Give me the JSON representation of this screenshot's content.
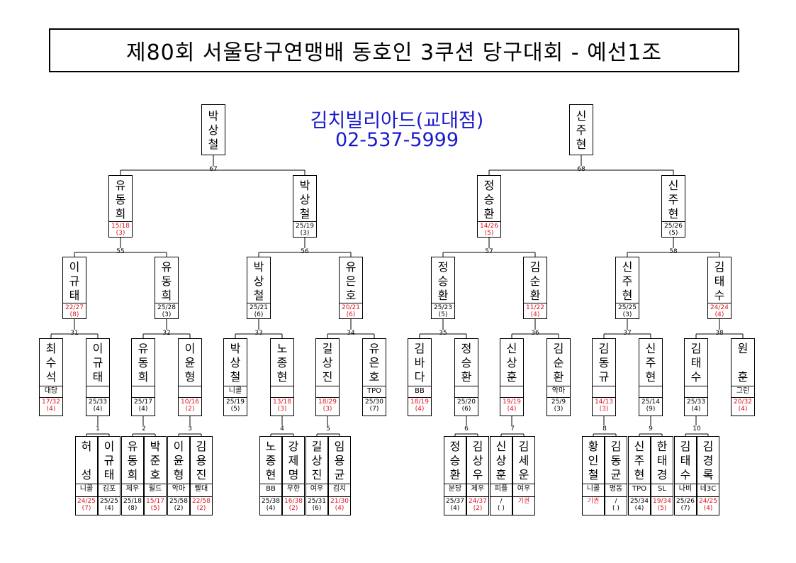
{
  "title": "제80회 서울당구연맹배 동호인 3쿠션 당구대회 - 예선1조",
  "sponsor": {
    "name": "김치빌리아드(교대점)",
    "phone": "02-537-5999"
  },
  "colors": {
    "sponsor": "#1a1acc",
    "winner_score": "#e0141e",
    "line": "#000000"
  },
  "finalists": [
    {
      "name": "박상철",
      "match": "67"
    },
    {
      "name": "신주현",
      "match": "68"
    }
  ],
  "round3": [
    {
      "name": "유동희",
      "score": "15/18",
      "sub": "(3)",
      "red": true,
      "match": "55"
    },
    {
      "name": "박상철",
      "score": "25/19",
      "sub": "(3)",
      "red": false,
      "match": "56"
    },
    {
      "name": "정승환",
      "score": "14/26",
      "sub": "(5)",
      "red": true,
      "match": "57"
    },
    {
      "name": "신주현",
      "score": "25/26",
      "sub": "(5)",
      "red": false,
      "match": "58"
    }
  ],
  "round2": [
    {
      "name": "이규태",
      "score": "22/27",
      "sub": "(8)",
      "red": true
    },
    {
      "name": "유동희",
      "score": "25/28",
      "sub": "(3)",
      "red": false
    },
    {
      "name": "박상철",
      "score": "25/21",
      "sub": "(6)",
      "red": false
    },
    {
      "name": "유은호",
      "score": "20/21",
      "sub": "(6)",
      "red": true
    },
    {
      "name": "정승환",
      "score": "25/23",
      "sub": "(5)",
      "red": false
    },
    {
      "name": "김순환",
      "score": "11/22",
      "sub": "(4)",
      "red": true
    },
    {
      "name": "신주현",
      "score": "25/25",
      "sub": "(3)",
      "red": false
    },
    {
      "name": "김태수",
      "score": "24/24",
      "sub": "(4)",
      "red": true
    }
  ],
  "round2_matches": [
    "31",
    "32",
    "33",
    "34",
    "35",
    "36",
    "37",
    "38"
  ],
  "round1": [
    {
      "name": "최수석",
      "club": "대당",
      "score": "17/32",
      "sub": "(4)",
      "red": true
    },
    {
      "name": "이규태",
      "club": "",
      "score": "25/33",
      "sub": "(4)",
      "red": false
    },
    {
      "name": "유동희",
      "club": "",
      "score": "25/17",
      "sub": "(4)",
      "red": false
    },
    {
      "name": "이윤형",
      "club": "",
      "score": "10/16",
      "sub": "(2)",
      "red": true
    },
    {
      "name": "박상철",
      "club": "니콜",
      "score": "25/19",
      "sub": "(5)",
      "red": false
    },
    {
      "name": "노종현",
      "club": "",
      "score": "13/18",
      "sub": "(3)",
      "red": true
    },
    {
      "name": "길상진",
      "club": "",
      "score": "18/29",
      "sub": "(3)",
      "red": true
    },
    {
      "name": "유은호",
      "club": "TPO",
      "score": "25/30",
      "sub": "(7)",
      "red": false
    },
    {
      "name": "김바다",
      "club": "BB",
      "score": "18/19",
      "sub": "(4)",
      "red": true
    },
    {
      "name": "정승환",
      "club": "",
      "score": "25/20",
      "sub": "(6)",
      "red": false
    },
    {
      "name": "신상훈",
      "club": "",
      "score": "19/19",
      "sub": "(4)",
      "red": true
    },
    {
      "name": "김순환",
      "club": "악마",
      "score": "25/9",
      "sub": "(3)",
      "red": false
    },
    {
      "name": "김동규",
      "club": "",
      "score": "14/13",
      "sub": "(3)",
      "red": true
    },
    {
      "name": "신주현",
      "club": "",
      "score": "25/14",
      "sub": "(9)",
      "red": false
    },
    {
      "name": "김태수",
      "club": "",
      "score": "25/33",
      "sub": "(4)",
      "red": false
    },
    {
      "name": "원 훈",
      "club": "그린",
      "score": "20/32",
      "sub": "(4)",
      "red": true
    }
  ],
  "qual_groups": [
    {
      "match": "1",
      "players": [
        {
          "name": "허 성",
          "club": "니콜",
          "score": "24/25",
          "sub": "(7)",
          "red": true
        },
        {
          "name": "이규태",
          "club": "김포",
          "score": "25/25",
          "sub": "(4)",
          "red": false
        }
      ]
    },
    {
      "match": "2",
      "players": [
        {
          "name": "유동희",
          "club": "제우",
          "score": "25/18",
          "sub": "(8)",
          "red": false
        },
        {
          "name": "박준호",
          "club": "월드",
          "score": "15/17",
          "sub": "(5)",
          "red": true
        }
      ]
    },
    {
      "match": "3",
      "players": [
        {
          "name": "이윤형",
          "club": "악마",
          "score": "25/58",
          "sub": "(2)",
          "red": false
        },
        {
          "name": "김용진",
          "club": "빨대",
          "score": "22/58",
          "sub": "(2)",
          "red": true
        }
      ]
    },
    {
      "match": "4",
      "players": [
        {
          "name": "노종현",
          "club": "BB",
          "score": "25/38",
          "sub": "(4)",
          "red": false
        },
        {
          "name": "강제명",
          "club": "무한",
          "score": "16/38",
          "sub": "(2)",
          "red": true
        }
      ]
    },
    {
      "match": "5",
      "players": [
        {
          "name": "길상진",
          "club": "여우",
          "score": "25/31",
          "sub": "(6)",
          "red": false
        },
        {
          "name": "임용균",
          "club": "김치",
          "score": "21/30",
          "sub": "(4)",
          "red": true
        }
      ]
    },
    {
      "match": "6",
      "players": [
        {
          "name": "정승환",
          "club": "분당",
          "score": "25/37",
          "sub": "(4)",
          "red": false
        },
        {
          "name": "김상우",
          "club": "제우",
          "score": "24/37",
          "sub": "(2)",
          "red": true
        }
      ]
    },
    {
      "match": "7",
      "players": [
        {
          "name": "신상훈",
          "club": "피플",
          "score": "/",
          "sub": "( )",
          "red": false
        },
        {
          "name": "김세운",
          "club": "여우",
          "score": "기권",
          "sub": "",
          "red": true
        }
      ]
    },
    {
      "match": "8",
      "players": [
        {
          "name": "황인철",
          "club": "니콜",
          "score": "기권",
          "sub": "",
          "red": true
        },
        {
          "name": "김동균",
          "club": "명동",
          "score": "/",
          "sub": "( )",
          "red": false
        }
      ]
    },
    {
      "match": "9",
      "players": [
        {
          "name": "신주현",
          "club": "TPO",
          "score": "25/34",
          "sub": "(4)",
          "red": false
        },
        {
          "name": "한태경",
          "club": "SL",
          "score": "19/34",
          "sub": "(5)",
          "red": true
        }
      ]
    },
    {
      "match": "10",
      "players": [
        {
          "name": "김태수",
          "club": "나비",
          "score": "25/26",
          "sub": "(7)",
          "red": false
        },
        {
          "name": "김경록",
          "club": "네3C",
          "score": "24/25",
          "sub": "(4)",
          "red": true
        }
      ]
    }
  ]
}
